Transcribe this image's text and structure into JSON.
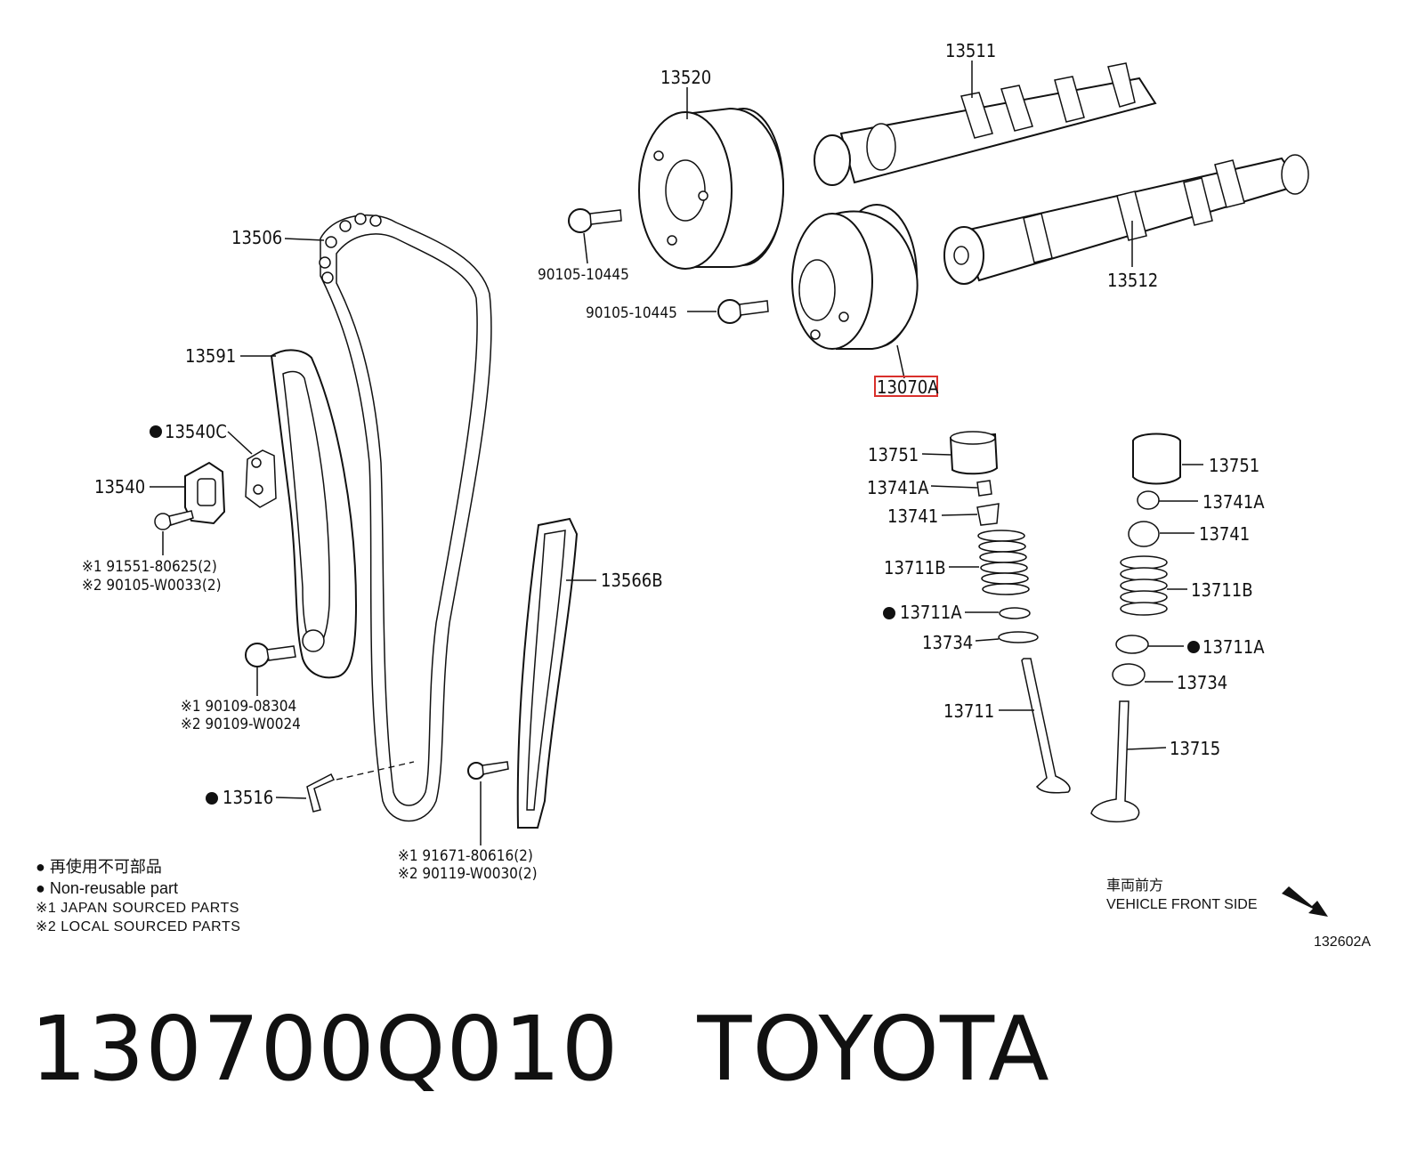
{
  "labels": {
    "p13520": "13520",
    "p13511": "13511",
    "p13506": "13506",
    "p13512": "13512",
    "p90105a": "90105-10445",
    "p90105b": "90105-10445",
    "p13070A": "13070A",
    "p13591": "13591",
    "p13540C": "13540C",
    "p13540": "13540",
    "bolt1_jp": "※1 91551-80625(2)",
    "bolt1_lc": "※2 90105-W0033(2)",
    "bolt2_jp": "※1 90109-08304",
    "bolt2_lc": "※2 90109-W0024",
    "p13516": "13516",
    "bolt3_jp": "※1 91671-80616(2)",
    "bolt3_lc": "※2 90119-W0030(2)",
    "p13566B": "13566B",
    "l13751": "13751",
    "l13741A": "13741A",
    "l13741": "13741",
    "l13711B": "13711B",
    "l13711A": "13711A",
    "l13734": "13734",
    "l13711": "13711",
    "r13751": "13751",
    "r13741A": "13741A",
    "r13741": "13741",
    "r13711B": "13711B",
    "r13711A": "13711A",
    "r13734": "13734",
    "r13715": "13715"
  },
  "highlight_color": "#d9302c",
  "legend": {
    "nonreuse_jp": "● 再使用不可部品",
    "nonreuse_en": "● Non-reusable part",
    "japan": "※1  JAPAN SOURCED PARTS",
    "local": "※2  LOCAL SOURCED PARTS"
  },
  "vehicle_front": {
    "jp": "車両前方",
    "en": "VEHICLE FRONT SIDE",
    "arrow_icon": "arrow-down-right-icon"
  },
  "ref_code": "132602A",
  "title": {
    "part_number": "130700Q010",
    "brand": "TOYOTA"
  }
}
